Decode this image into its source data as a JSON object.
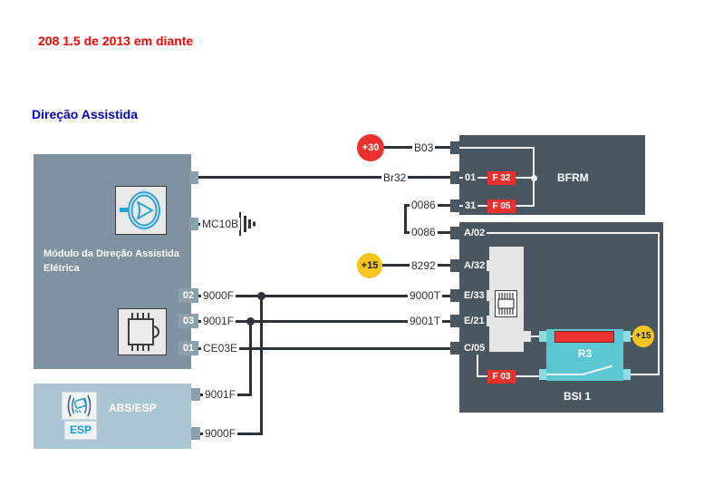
{
  "header": {
    "title": "208 1.5 de 2013 em diante",
    "subtitle": "Direção Assistida"
  },
  "steering_module": {
    "name_line1": "Módulo da Direção Assistida",
    "name_line2": "Elétrica",
    "pins": {
      "p02": "02",
      "p03": "03",
      "p01": "01"
    }
  },
  "abs_module": {
    "name": "ABS/ESP",
    "esp_badge": "ESP"
  },
  "bfrm": {
    "name": "BFRM",
    "pins": {
      "p01": "01",
      "p31": "31"
    },
    "fuses": {
      "f32": "F 32",
      "f05": "F 05"
    }
  },
  "bsi": {
    "name": "BSI 1",
    "pins": {
      "a02": "A/02",
      "a32": "A/32",
      "e33": "E/33",
      "e21": "E/21",
      "c05": "C/05"
    },
    "fuse_f03": "F 03",
    "relay_label": "R3",
    "plus15_label": "+15"
  },
  "supplies": {
    "plus30": "+30",
    "plus15": "+15"
  },
  "wires": {
    "br32": "Br32",
    "mc10b": "MC10B",
    "w9000f": "9000F",
    "w9001f": "9001F",
    "ce03e": "CE03E",
    "abs_9001f": "9001F",
    "abs_9000f": "9000F",
    "b03": "B03",
    "w0086_a": "0086",
    "w0086_b": "0086",
    "w8292": "8292",
    "w9000t": "9000T",
    "w9001t": "9001T"
  },
  "colors": {
    "title_red": "#ff0000",
    "subtitle_blue": "#0000cc",
    "dark_box": "#4a5761",
    "steering_box": "#7e92a0",
    "abs_box": "#a9c6d2",
    "wire_dark": "#2e3338",
    "wire_white": "#f2f2f2",
    "fuse_red": "#e9312f",
    "supply_yellow": "#f3c51d",
    "relay_teal": "#5bc7d3",
    "icon_blue": "#2aa3dc"
  }
}
